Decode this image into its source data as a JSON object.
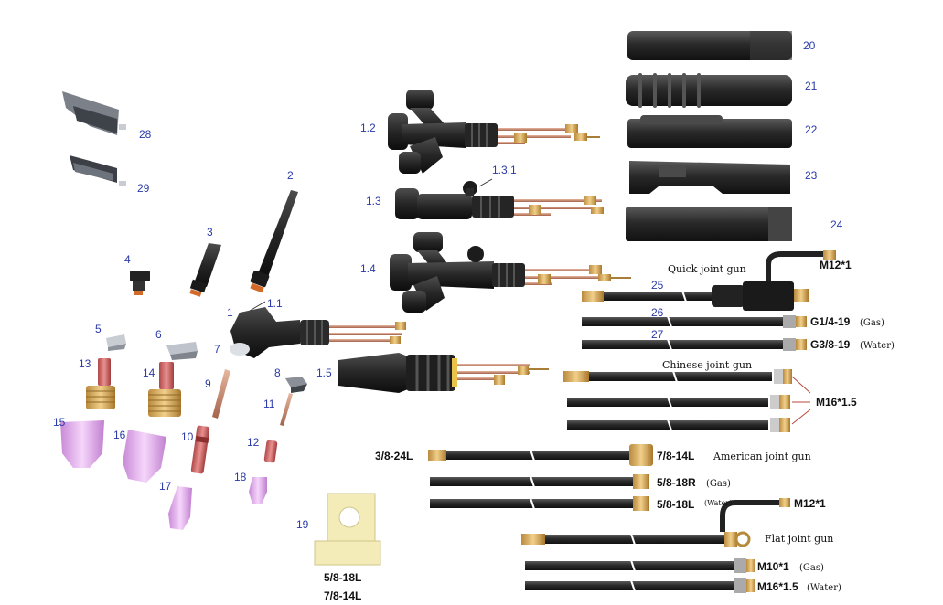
{
  "parts": {
    "p28": "28",
    "p29": "29",
    "p2": "2",
    "p3": "3",
    "p4": "4",
    "p1": "1",
    "p1_1": "1.1",
    "p5": "5",
    "p6": "6",
    "p7": "7",
    "p8": "8",
    "p9": "9",
    "p10": "10",
    "p11": "11",
    "p12": "12",
    "p13": "13",
    "p14": "14",
    "p15": "15",
    "p16": "16",
    "p17": "17",
    "p18": "18",
    "p19": "19",
    "p1_2": "1.2",
    "p1_3": "1.3",
    "p1_3_1": "1.3.1",
    "p1_4": "1.4",
    "p1_5": "1.5",
    "p20": "20",
    "p21": "21",
    "p22": "22",
    "p23": "23",
    "p24": "24",
    "p25": "25",
    "p26": "26",
    "p27": "27"
  },
  "labels": {
    "quick": "Quick joint gun",
    "m12_top": "M12*1",
    "g14": "G1/4-19",
    "g14_note": "(Gas)",
    "g38": "G3/8-19",
    "g38_note": "(Water)",
    "chinese": "Chinese joint gun",
    "m16": "M16*1.5",
    "l38": "3/8-24L",
    "l78": "7/8-14L",
    "american": "American joint gun",
    "r58": "5/8-18R",
    "r58_note": "(Gas)",
    "l58": "5/8-18L",
    "l58_note": "(Water)",
    "m12_mid": "M12*1",
    "flat": "Flat joint gun",
    "m10": "M10*1",
    "m10_note": "(Gas)",
    "m16b": "M16*1.5",
    "m16b_note": "(Water)",
    "block_l1": "5/8-18L",
    "block_l2": "7/8-14L"
  }
}
